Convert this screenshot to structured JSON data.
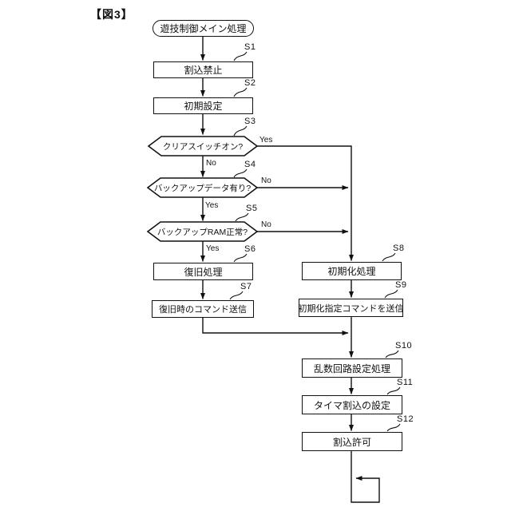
{
  "figure_label": "【図3】",
  "flowchart": {
    "start": {
      "label": "遊技制御メイン処理"
    },
    "steps": [
      {
        "id": "S1",
        "label": "割込禁止",
        "type": "process"
      },
      {
        "id": "S2",
        "label": "初期設定",
        "type": "process"
      },
      {
        "id": "S3",
        "label": "クリアスイッチオン?",
        "type": "decision"
      },
      {
        "id": "S4",
        "label": "バックアップデータ有り?",
        "type": "decision"
      },
      {
        "id": "S5",
        "label": "バックアップRAM正常?",
        "type": "decision"
      },
      {
        "id": "S6",
        "label": "復旧処理",
        "type": "process"
      },
      {
        "id": "S7",
        "label": "復旧時のコマンド送信",
        "type": "process"
      },
      {
        "id": "S8",
        "label": "初期化処理",
        "type": "process"
      },
      {
        "id": "S9",
        "label": "初期化指定コマンドを送信",
        "type": "process"
      },
      {
        "id": "S10",
        "label": "乱数回路設定処理",
        "type": "process"
      },
      {
        "id": "S11",
        "label": "タイマ割込の設定",
        "type": "process"
      },
      {
        "id": "S12",
        "label": "割込許可",
        "type": "process"
      }
    ],
    "branch": {
      "yes": "Yes",
      "no": "No"
    }
  },
  "colors": {
    "line": "#111111",
    "background": "#ffffff"
  }
}
